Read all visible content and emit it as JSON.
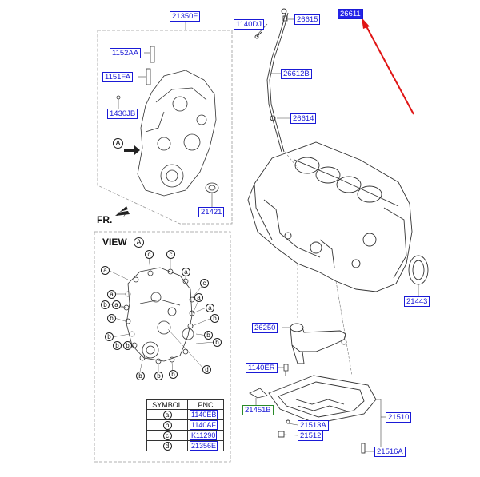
{
  "labels": {
    "p21350F": "21350F",
    "p1152AA": "1152AA",
    "p1151FA": "1151FA",
    "p1430JB": "1430JB",
    "p21421": "21421",
    "p1140DJ": "1140DJ",
    "p26615": "26615",
    "p26611": "26611",
    "p26612B": "26612B",
    "p26614": "26614",
    "p21443": "21443",
    "p26250": "26250",
    "p1140ER": "1140ER",
    "p21451B": "21451B",
    "p21510": "21510",
    "p21513A": "21513A",
    "p21512": "21512",
    "p21516A": "21516A"
  },
  "text": {
    "view": "VIEW",
    "view_letter": "A",
    "arrow_letter": "A",
    "front": "FR."
  },
  "callouts": {
    "a": "a",
    "b": "b",
    "c": "c",
    "d": "d"
  },
  "legend": {
    "header_symbol": "SYMBOL",
    "header_pnc": "PNC",
    "rows": [
      {
        "symbol": "a",
        "pnc": "1140EB"
      },
      {
        "symbol": "b",
        "pnc": "1140AF"
      },
      {
        "symbol": "c",
        "pnc": "K11290"
      },
      {
        "symbol": "d",
        "pnc": "21356E"
      }
    ]
  },
  "colors": {
    "label_blue": "#1a1ad6",
    "highlight_fill": "#2424e8",
    "arrow_red": "#e01515",
    "green_border": "#2a8a2a"
  }
}
